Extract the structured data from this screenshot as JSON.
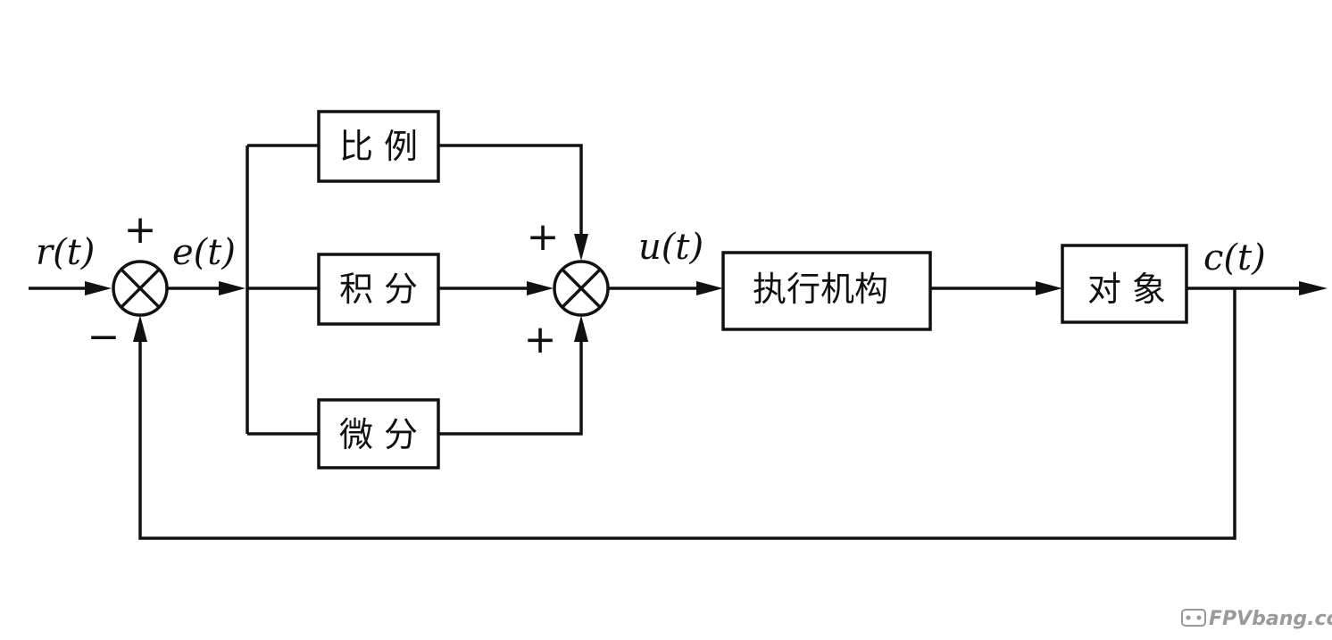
{
  "signals": {
    "input": "r(t)",
    "error": "e(t)",
    "control": "u(t)",
    "output": "c(t)"
  },
  "blocks": {
    "proportional": "比 例",
    "integral": "积 分",
    "derivative": "微 分",
    "actuator": "执行机构",
    "plant": "对 象"
  },
  "signs": {
    "sum1_plus": "+",
    "sum1_minus": "−",
    "sum2_top_plus": "+",
    "sum2_bottom_plus": "+"
  },
  "watermark": "FPVbang.com"
}
